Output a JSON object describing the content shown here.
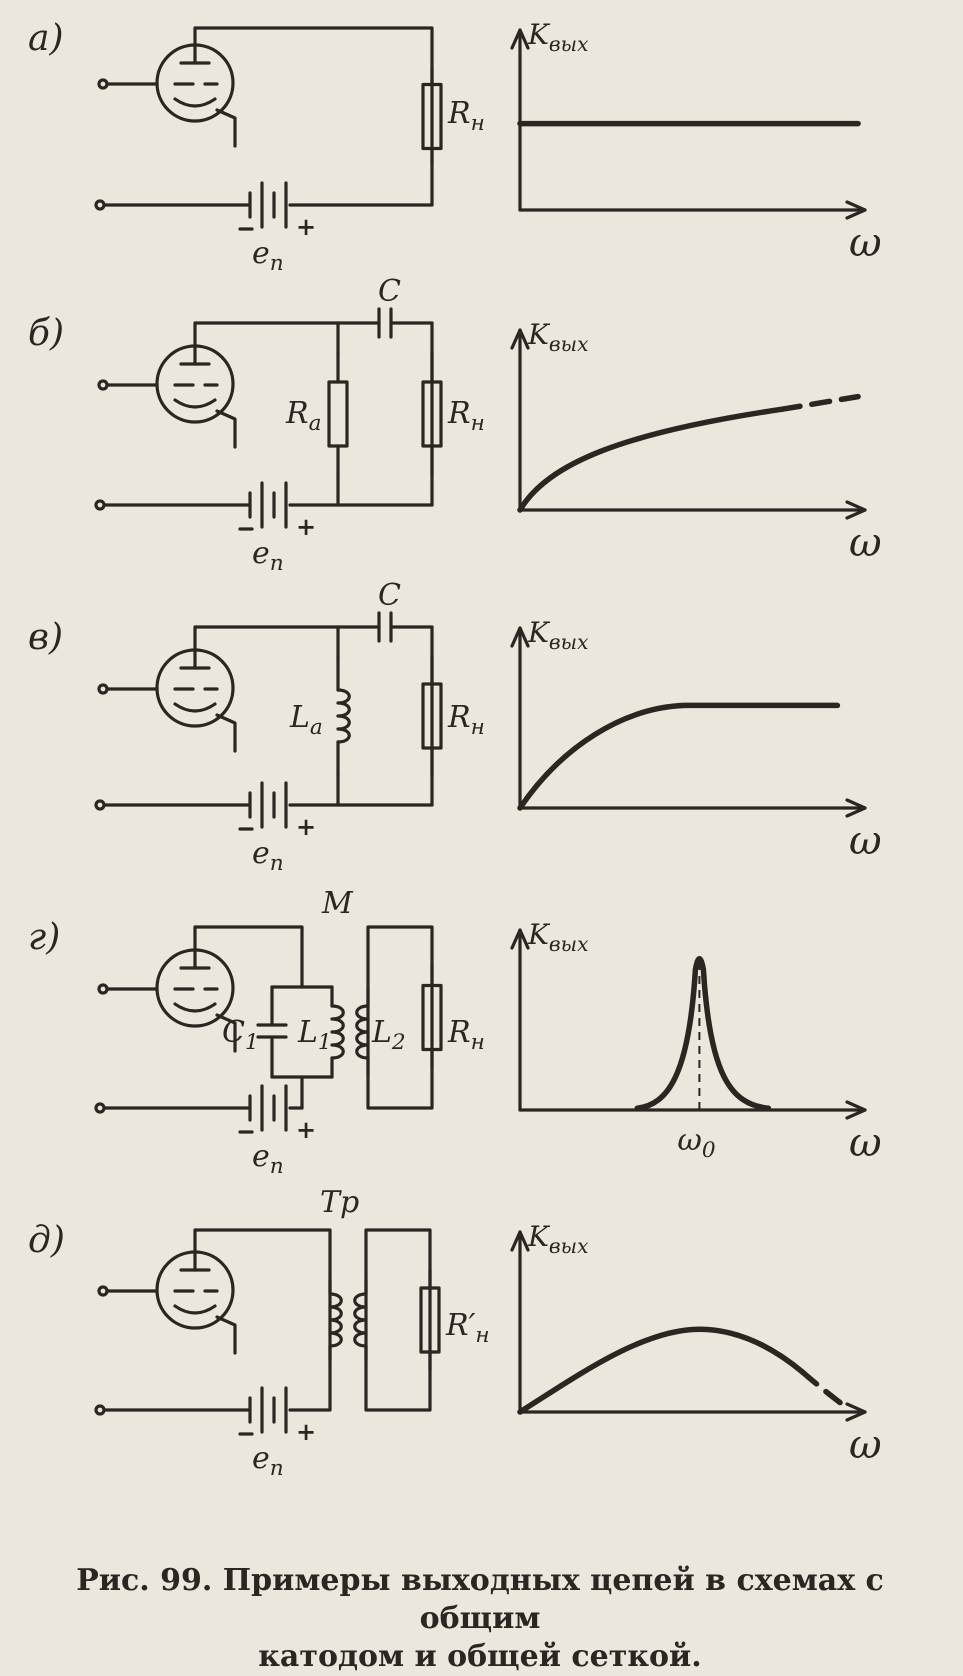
{
  "panels": [
    {
      "id": "a",
      "label": "а)",
      "load": "R",
      "load_sub": "н",
      "supply": "e",
      "supply_sub": "п",
      "yaxis": "K",
      "yaxis_sub": "вых",
      "xaxis": "ω",
      "response": "flat"
    },
    {
      "id": "b",
      "label": "б)",
      "coupling_cap": "C",
      "shunt": "R",
      "shunt_sub": "а",
      "load": "R",
      "load_sub": "н",
      "supply": "e",
      "supply_sub": "п",
      "yaxis": "K",
      "yaxis_sub": "вых",
      "xaxis": "ω",
      "response": "rising"
    },
    {
      "id": "v",
      "label": "в)",
      "coupling_cap": "C",
      "shunt": "L",
      "shunt_sub": "а",
      "load": "R",
      "load_sub": "н",
      "supply": "e",
      "supply_sub": "п",
      "yaxis": "K",
      "yaxis_sub": "вых",
      "xaxis": "ω",
      "response": "saturating"
    },
    {
      "id": "g",
      "label": "г)",
      "mutual": "M",
      "tank_cap": "C",
      "tank_cap_sub": "1",
      "tank_coil": "L",
      "tank_coil_sub": "1",
      "secondary": "L",
      "secondary_sub": "2",
      "load": "R",
      "load_sub": "н",
      "supply": "e",
      "supply_sub": "п",
      "yaxis": "K",
      "yaxis_sub": "вых",
      "xaxis": "ω",
      "resonance": "ω",
      "resonance_sub": "0",
      "response": "resonant"
    },
    {
      "id": "d",
      "label": "д)",
      "transformer": "Tр",
      "load": "R",
      "load_sub": "н",
      "load_prime": "′",
      "supply": "e",
      "supply_sub": "п",
      "yaxis": "K",
      "yaxis_sub": "вых",
      "xaxis": "ω",
      "response": "peaked"
    }
  ],
  "caption_line1": "Рис. 99. Примеры выходных цепей в схемах с общим",
  "caption_line2": "катодом и общей сеткой."
}
